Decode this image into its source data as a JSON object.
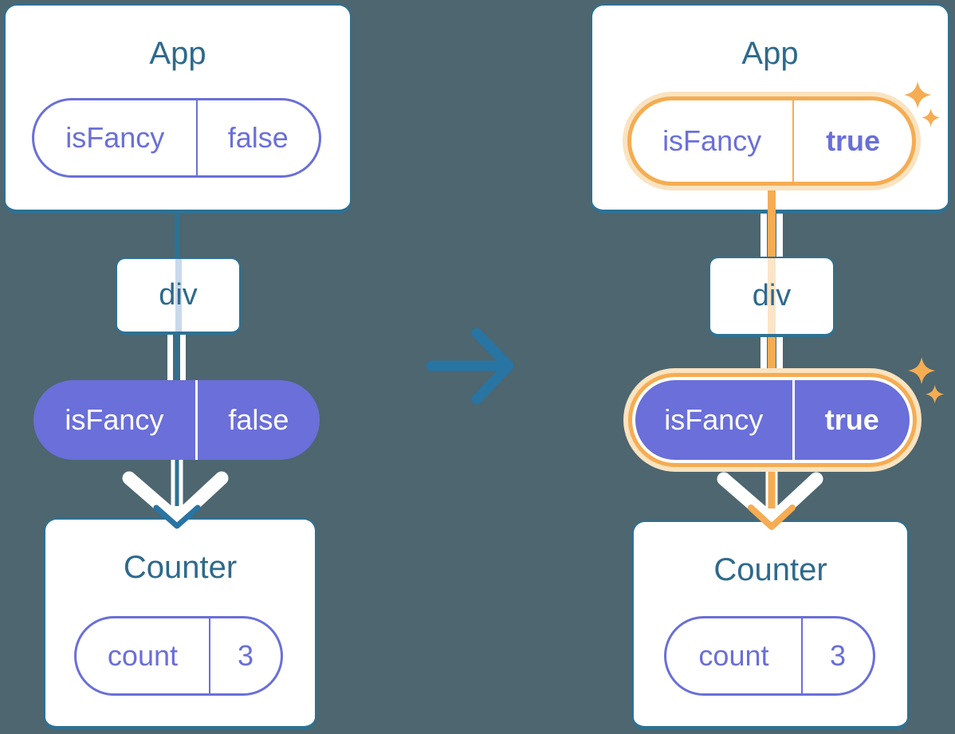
{
  "colors": {
    "background": "#4D666F",
    "card_border": "#2E7193",
    "node_title": "#2E6A8C",
    "purple": "#6A6FD9",
    "purple_bold": "#5558D6",
    "orange": "#F5AC52",
    "orange_pale": "#FAE3C0",
    "pale_blue": "#C9D8EC",
    "pale_orange": "#FBE5C6",
    "arrow_blue": "#2874A3"
  },
  "icons": {
    "transition": "right-arrow-icon",
    "prop_flow": "down-arrow-icon",
    "highlight": "sparkle-icon"
  },
  "left": {
    "highlighted": false,
    "app": {
      "title": "App",
      "pill": {
        "key": "isFancy",
        "value": "false"
      }
    },
    "div_node": {
      "label": "div"
    },
    "context_pill": {
      "key": "isFancy",
      "value": "false"
    },
    "counter": {
      "title": "Counter",
      "pill": {
        "key": "count",
        "value": "3"
      }
    }
  },
  "right": {
    "highlighted": true,
    "app": {
      "title": "App",
      "pill": {
        "key": "isFancy",
        "value": "true"
      }
    },
    "div_node": {
      "label": "div"
    },
    "context_pill": {
      "key": "isFancy",
      "value": "true"
    },
    "counter": {
      "title": "Counter",
      "pill": {
        "key": "count",
        "value": "3"
      }
    }
  }
}
